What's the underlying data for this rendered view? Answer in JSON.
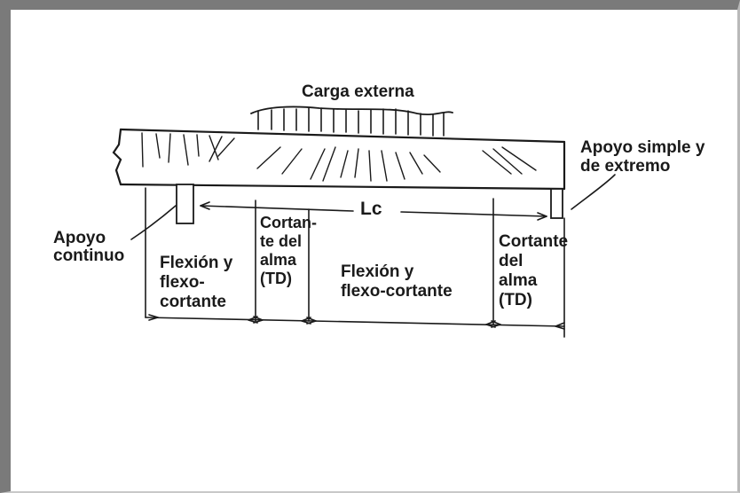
{
  "labels": {
    "load": "Carga externa",
    "simple_support": "Apoyo simple y\nde extremo",
    "span": "Lc",
    "continuous_support": "Apoyo\ncontinuo",
    "zone_flexure_left": "Flexión y\nflexo-\ncortante",
    "zone_web_shear_left": "Cortan-\nte del\nalma\n(TD)",
    "zone_flexure_center": "Flexión y\nflexo-cortante",
    "zone_web_shear_right": "Cortante\ndel\nalma\n(TD)"
  }
}
